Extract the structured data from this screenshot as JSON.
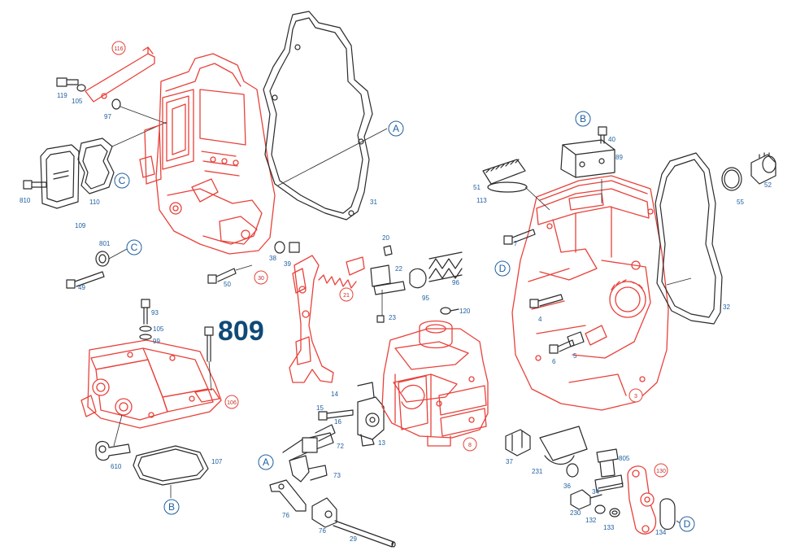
{
  "headline_number": "809",
  "ref_markers": {
    "a": "A",
    "b": "B",
    "c": "C",
    "d": "D"
  },
  "callouts": {
    "p116": "116",
    "p119": "119",
    "p105a": "105",
    "p97": "97",
    "p810": "810",
    "p110": "110",
    "p109": "109",
    "p801": "801",
    "p49": "49",
    "p38": "38",
    "p39": "39",
    "p50": "50",
    "p30": "30",
    "p31": "31",
    "p20": "20",
    "p22": "22",
    "p21": "21",
    "p23": "23",
    "p95": "95",
    "p96": "96",
    "p120": "120",
    "p93": "93",
    "p105b": "105",
    "p99": "99",
    "p106": "106",
    "p610": "610",
    "p107": "107",
    "p14": "14",
    "p15": "15",
    "p16": "16",
    "p72": "72",
    "p73": "73",
    "p13": "13",
    "p76a": "76",
    "p76b": "76",
    "p29": "29",
    "p8": "8",
    "p40": "40",
    "p89": "89",
    "p51": "51",
    "p113": "113",
    "p7": "7",
    "p4": "4",
    "p6": "6",
    "p5": "5",
    "p3": "3",
    "p55": "55",
    "p52": "52",
    "p32": "32",
    "p37": "37",
    "p231": "231",
    "p36": "36",
    "p805": "805",
    "p34": "34",
    "p130": "130",
    "p230": "230",
    "p132": "132",
    "p133": "133",
    "p134": "134"
  }
}
